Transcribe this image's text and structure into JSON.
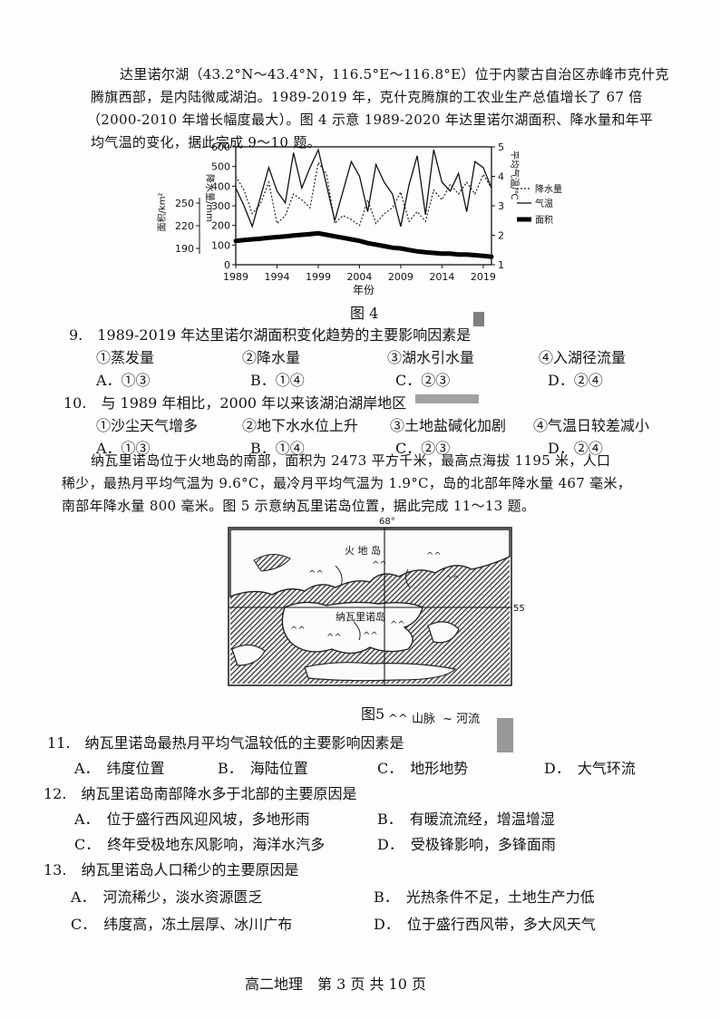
{
  "passage1": {
    "line1": "达里诺尔湖（43.2°N～43.4°N，116.5°E～116.8°E）位于内蒙古自治区赤峰市克什克",
    "line2": "腾旗西部，是内陆微咸湖泊。1989-2019 年，克什克腾旗的工农业生产总值增长了 67 倍",
    "line3": "（2000-2010 年增长幅度最大）。图 4 示意 1989-2020 年达里诺尔湖面积、降水量和年平",
    "line4": "均气温的变化，据此完成 9～10 题。"
  },
  "figure4": {
    "caption": "图 4",
    "y_left_precip_label": "降水量/mm",
    "y_left_area_label": "面积/km²",
    "y_right_label": "平均气温/℃",
    "x_label": "年份",
    "precip_ticks": [
      "600",
      "500",
      "400",
      "300",
      "200",
      "100",
      "0"
    ],
    "area_ticks": [
      "250",
      "220",
      "190"
    ],
    "temp_ticks": [
      "5",
      "4",
      "3",
      "2",
      "1"
    ],
    "x_ticks": [
      "1989",
      "1994",
      "1999",
      "2004",
      "2009",
      "2014",
      "2019"
    ],
    "legend": {
      "precip": "降水量",
      "temp": "气温",
      "area": "面积"
    }
  },
  "chart_data": {
    "type": "line",
    "x": [
      1989,
      1990,
      1991,
      1992,
      1993,
      1994,
      1995,
      1996,
      1997,
      1998,
      1999,
      2000,
      2001,
      2002,
      2003,
      2004,
      2005,
      2006,
      2007,
      2008,
      2009,
      2010,
      2011,
      2012,
      2013,
      2014,
      2015,
      2016,
      2017,
      2018,
      2019,
      2020
    ],
    "series": [
      {
        "name": "降水量",
        "axis": "precip_mm",
        "values": [
          450,
          380,
          260,
          310,
          420,
          210,
          250,
          360,
          330,
          290,
          520,
          460,
          210,
          250,
          230,
          200,
          330,
          210,
          260,
          290,
          370,
          220,
          270,
          220,
          380,
          330,
          410,
          360,
          420,
          360,
          460,
          390
        ]
      },
      {
        "name": "气温",
        "axis": "temp_c",
        "values": [
          3.6,
          3.0,
          2.3,
          3.3,
          4.3,
          3.5,
          3.1,
          4.8,
          3.6,
          4.3,
          4.9,
          3.7,
          2.5,
          3.5,
          4.5,
          4.0,
          2.8,
          4.4,
          3.8,
          3.4,
          2.3,
          3.7,
          4.7,
          2.7,
          4.9,
          3.8,
          3.5,
          4.1,
          2.8,
          4.5,
          4.3,
          3.6
        ]
      },
      {
        "name": "面积",
        "axis": "area_km2",
        "values": [
          200,
          201,
          202,
          203,
          204,
          205,
          206,
          207,
          208,
          209,
          210,
          208,
          206,
          204,
          202,
          200,
          197,
          195,
          193,
          191,
          190,
          188,
          186,
          185,
          184,
          183,
          183,
          182,
          182,
          181,
          180,
          179
        ]
      }
    ],
    "axes": {
      "precip_mm": {
        "range": [
          0,
          600
        ]
      },
      "temp_c": {
        "range": [
          1,
          5
        ]
      },
      "area_km2": {
        "ticks": [
          190,
          220,
          250
        ]
      }
    },
    "xlim": [
      1989,
      2020
    ],
    "legend_position": "right"
  },
  "questions": {
    "q9": {
      "stem": "9.　1989-2019 年达里诺尔湖面积变化趋势的主要影响因素是",
      "items": [
        "①蒸发量",
        "②降水量",
        "③湖水引水量",
        "④入湖径流量"
      ],
      "options": [
        "A．①③",
        "B．①④",
        "C．②③",
        "D．②④"
      ]
    },
    "q10": {
      "stem": "10.　与 1989 年相比，2000 年以来该湖泊湖岸地区",
      "items": [
        "①沙尘天气增多",
        "②地下水水位上升",
        "③土地盐碱化加剧",
        "④气温日较差减小"
      ],
      "options": [
        "A．①③",
        "B．①④",
        "C．②③",
        "D．②④"
      ]
    }
  },
  "passage2": {
    "line1": "纳瓦里诺岛位于火地岛的南部，面积为 2473 平方千米，最高点海拔 1195 米，人口",
    "line2": "稀少，最热月平均气温为 9.6°C，最冷月平均气温为 1.9°C，岛的北部年降水量 467 毫米，",
    "line3": "南部年降水量 800 毫米。图 5 示意纳瓦里诺岛位置，据此完成 11～13 题。"
  },
  "figure5": {
    "caption": "图5",
    "lon_label": "68°",
    "lat_label": "55°",
    "island_north": "火 地 岛",
    "island_main": "纳瓦里诺岛",
    "legend_mountain": "山脉",
    "legend_river": "河流",
    "mountain_glyph": "^^",
    "river_glyph": "~"
  },
  "q11": {
    "stem": "11.　纳瓦里诺岛最热月平均气温较低的主要影响因素是",
    "options": [
      "A．　纬度位置",
      "B．　海陆位置",
      "C．　地形地势",
      "D．　大气环流"
    ]
  },
  "q12": {
    "stem": "12.　纳瓦里诺岛南部降水多于北部的主要原因是",
    "options": [
      "A．　位于盛行西风迎风坡，多地形雨",
      "B．　有暖流流经，增温增湿",
      "C．　终年受极地东风影响，海洋水汽多",
      "D．　受极锋影响，多锋面雨"
    ]
  },
  "q13": {
    "stem": "13.　纳瓦里诺岛人口稀少的主要原因是",
    "options": [
      "A．　河流稀少，淡水资源匮乏",
      "B．　光热条件不足，土地生产力低",
      "C．　纬度高，冻土层厚、冰川广布",
      "D．　位于盛行西风带，多大风天气"
    ]
  },
  "footer": "高二地理　第 3 页 共 10 页"
}
